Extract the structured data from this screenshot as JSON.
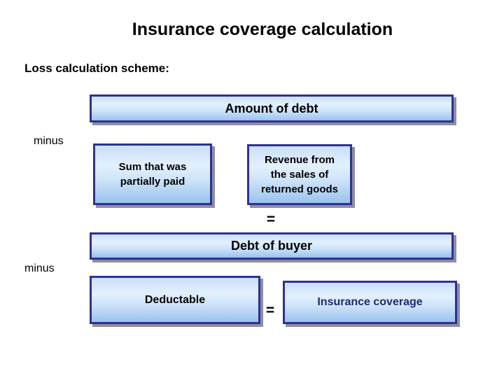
{
  "slide": {
    "title": "Insurance coverage calculation",
    "scheme_label": "Loss calculation scheme:",
    "operators": {
      "minus_top": "minus",
      "minus_bottom": "minus",
      "equals_top": "=",
      "equals_bottom": "="
    },
    "boxes": {
      "amount_of_debt": "Amount of debt",
      "sum_partially_paid": "Sum that was\npartially paid",
      "revenue_returned_goods": "Revenue from\nthe sales of\nreturned goods",
      "debt_of_buyer": "Debt of buyer",
      "deductable": "Deductable",
      "insurance_coverage": "Insurance coverage"
    },
    "colors": {
      "background": "#ffffff",
      "box_border": "#2e3192",
      "box_fill_top": "#c9e0f8",
      "box_fill_light": "#e3f0fd",
      "box_fill_bottom": "#9ac2ee",
      "box_shadow": "#8e8ea0",
      "text_primary": "#000000",
      "insurance_text": "#1b2a75"
    }
  }
}
